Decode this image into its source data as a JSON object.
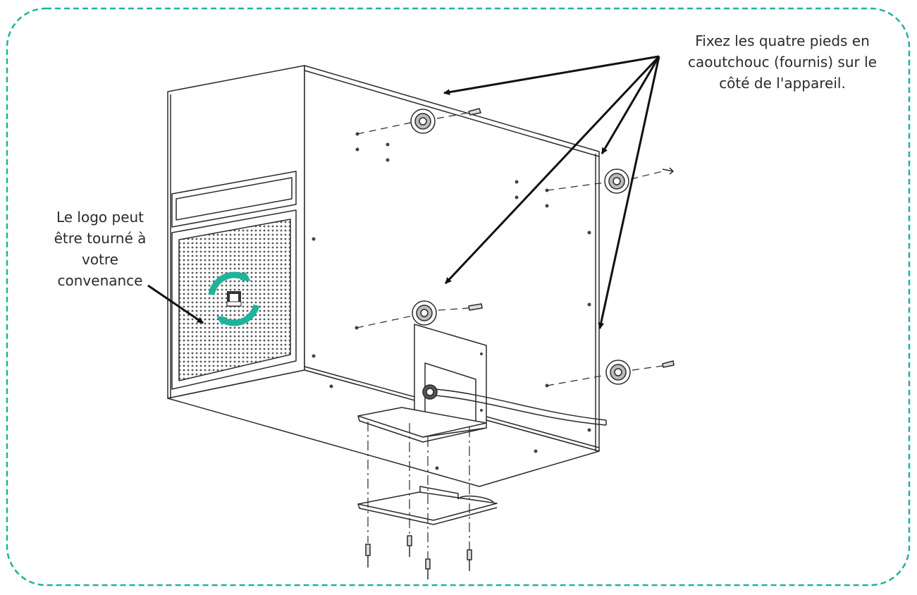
{
  "annotations": {
    "feet": [
      "Fixez les quatre pieds en",
      "caoutchouc (fournis) sur le",
      "côté de l'appareil."
    ],
    "logo": [
      "Le logo peut",
      "être tourné à",
      "votre",
      "convenance"
    ]
  },
  "colors": {
    "frame": "#1fb39a",
    "rotation_arrow": "#1fb39a",
    "line": "#2a2a2a",
    "text": "#2b2b2b"
  },
  "icons": {
    "rotation": "circular-arrows-icon",
    "logo": "brand-logo-icon"
  }
}
